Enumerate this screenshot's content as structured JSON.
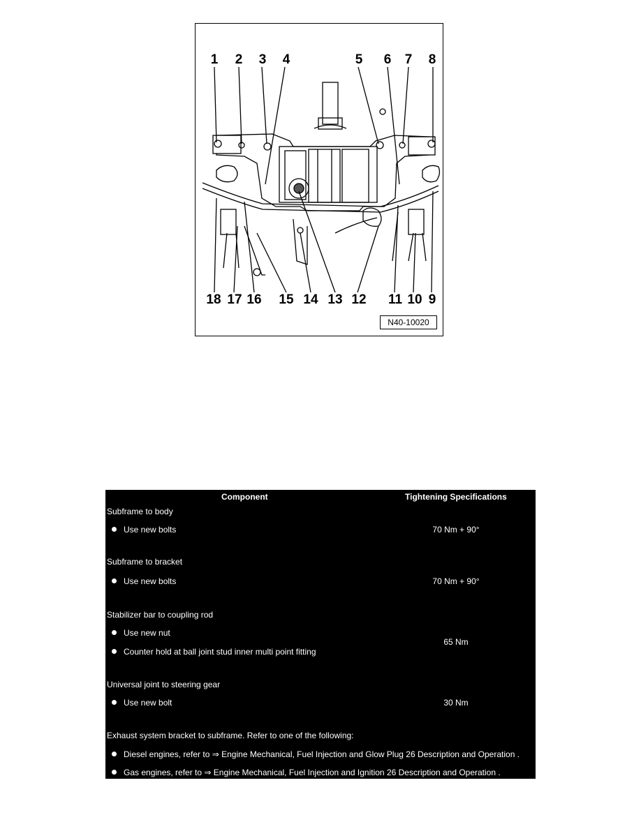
{
  "figure": {
    "id_label": "N40-10020",
    "callouts_top": [
      "1",
      "2",
      "3",
      "4",
      "5",
      "6",
      "7",
      "8"
    ],
    "callouts_bottom": [
      "18",
      "17",
      "16",
      "15",
      "14",
      "13",
      "12",
      "11",
      "10",
      "9"
    ]
  },
  "table": {
    "header": {
      "component": "Component",
      "spec": "Tightening Specifications"
    },
    "groups": [
      {
        "title": "Subframe to body",
        "bullets": [
          "Use new bolts"
        ],
        "value": "70 Nm + 90°"
      },
      {
        "title": "Subframe to bracket",
        "bullets": [
          "Use new bolts"
        ],
        "value": "70 Nm + 90°"
      },
      {
        "title": "Stabilizer bar to coupling rod",
        "bullets": [
          "Use new nut",
          "Counter hold at ball joint stud inner multi point fitting"
        ],
        "value": "65 Nm"
      },
      {
        "title": "Universal joint to steering gear",
        "bullets": [
          "Use new bolt"
        ],
        "value": "30 Nm"
      },
      {
        "title": "Exhaust system bracket to subframe. Refer to one of the following:",
        "bullets": [
          "Diesel engines, refer to ⇒ Engine Mechanical, Fuel Injection and Glow Plug 26 Description and Operation .",
          "Gas engines, refer to ⇒ Engine Mechanical, Fuel Injection and Ignition 26 Description and Operation ."
        ],
        "value": ""
      }
    ]
  }
}
